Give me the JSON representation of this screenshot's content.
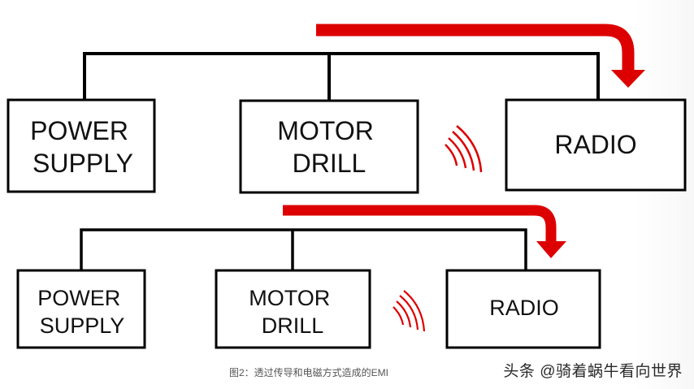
{
  "diagrams": [
    {
      "boxes": [
        {
          "id": "power",
          "lines": [
            "POWER",
            "SUPPLY"
          ]
        },
        {
          "id": "motor",
          "lines": [
            "MOTOR",
            "DRILL"
          ]
        },
        {
          "id": "radio",
          "lines": [
            "RADIO"
          ]
        }
      ]
    },
    {
      "boxes": [
        {
          "id": "power",
          "lines": [
            "POWER",
            "SUPPLY"
          ]
        },
        {
          "id": "motor",
          "lines": [
            "MOTOR",
            "DRILL"
          ]
        },
        {
          "id": "radio",
          "lines": [
            "RADIO"
          ]
        }
      ]
    }
  ],
  "caption": "图2：透过传导和电磁方式造成的EMI",
  "watermark": "头条 @骑着蜗牛看向世界",
  "colors": {
    "arrow": "#dd0000",
    "line": "#000000",
    "waves": "#dd0000"
  }
}
